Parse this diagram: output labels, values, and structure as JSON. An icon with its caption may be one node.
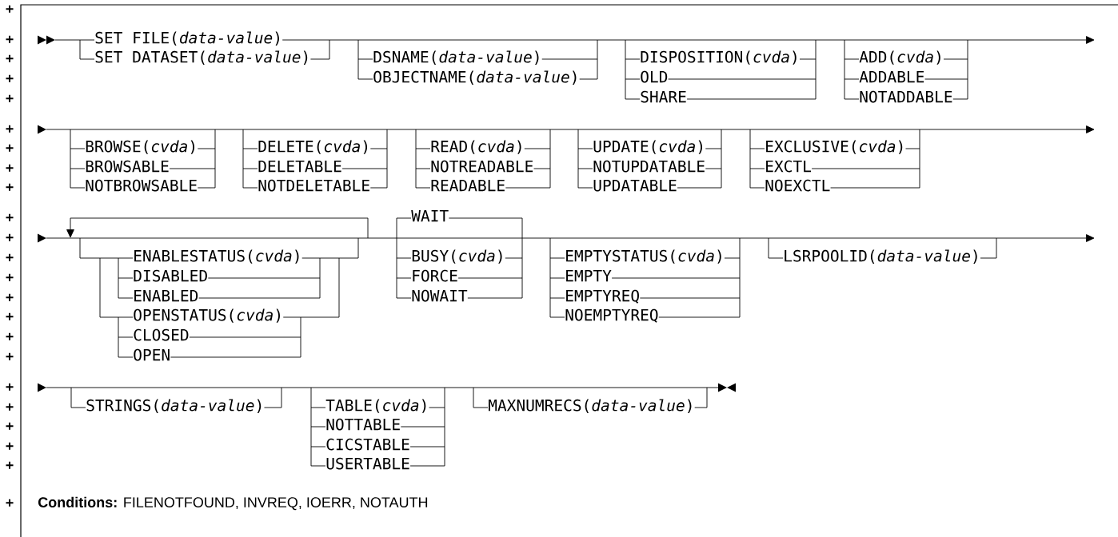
{
  "diagram": {
    "labels": [
      "+",
      "+",
      "+",
      "+",
      "+",
      "+",
      "+",
      "+",
      "+",
      "+",
      "+",
      "+",
      "+",
      "+",
      "+",
      "+",
      "+",
      "+",
      "+",
      "+",
      "+",
      "+",
      "+",
      "SET FILE(*data-value*)",
      "SET DATASET(*data-value*)",
      "DSNAME(*data-value*)",
      "OBJECTNAME(*data-value*)",
      "DISPOSITION(*cvda*)",
      "OLD",
      "SHARE",
      "ADD(*cvda*)",
      "ADDABLE",
      "NOTADDABLE",
      "BROWSE(*cvda*)",
      "BROWSABLE",
      "NOTBROWSABLE",
      "DELETE(*cvda*)",
      "DELETABLE",
      "NOTDELETABLE",
      "READ(*cvda*)",
      "NOTREADABLE",
      "READABLE",
      "UPDATE(*cvda*)",
      "NOTUPDATABLE",
      "UPDATABLE",
      "EXCLUSIVE(*cvda*)",
      "EXCTL",
      "NOEXCTL",
      "ENABLESTATUS(*cvda*)",
      "DISABLED",
      "ENABLED",
      "OPENSTATUS(*cvda*)",
      "CLOSED",
      "OPEN",
      "WAIT",
      "BUSY(*cvda*)",
      "FORCE",
      "NOWAIT",
      "EMPTYSTATUS(*cvda*)",
      "EMPTY",
      "EMPTYREQ",
      "NOEMPTYREQ",
      "LSRPOOLID(*data-value*)",
      "STRINGS(*data-value*)",
      "TABLE(*cvda*)",
      "NOTTABLE",
      "CICSTABLE",
      "USERTABLE",
      "MAXNUMRECS(*data-value*)",
      "**Conditions:** FILENOTFOUND, INVREQ, IOERR, NOTAUTH"
    ]
  }
}
